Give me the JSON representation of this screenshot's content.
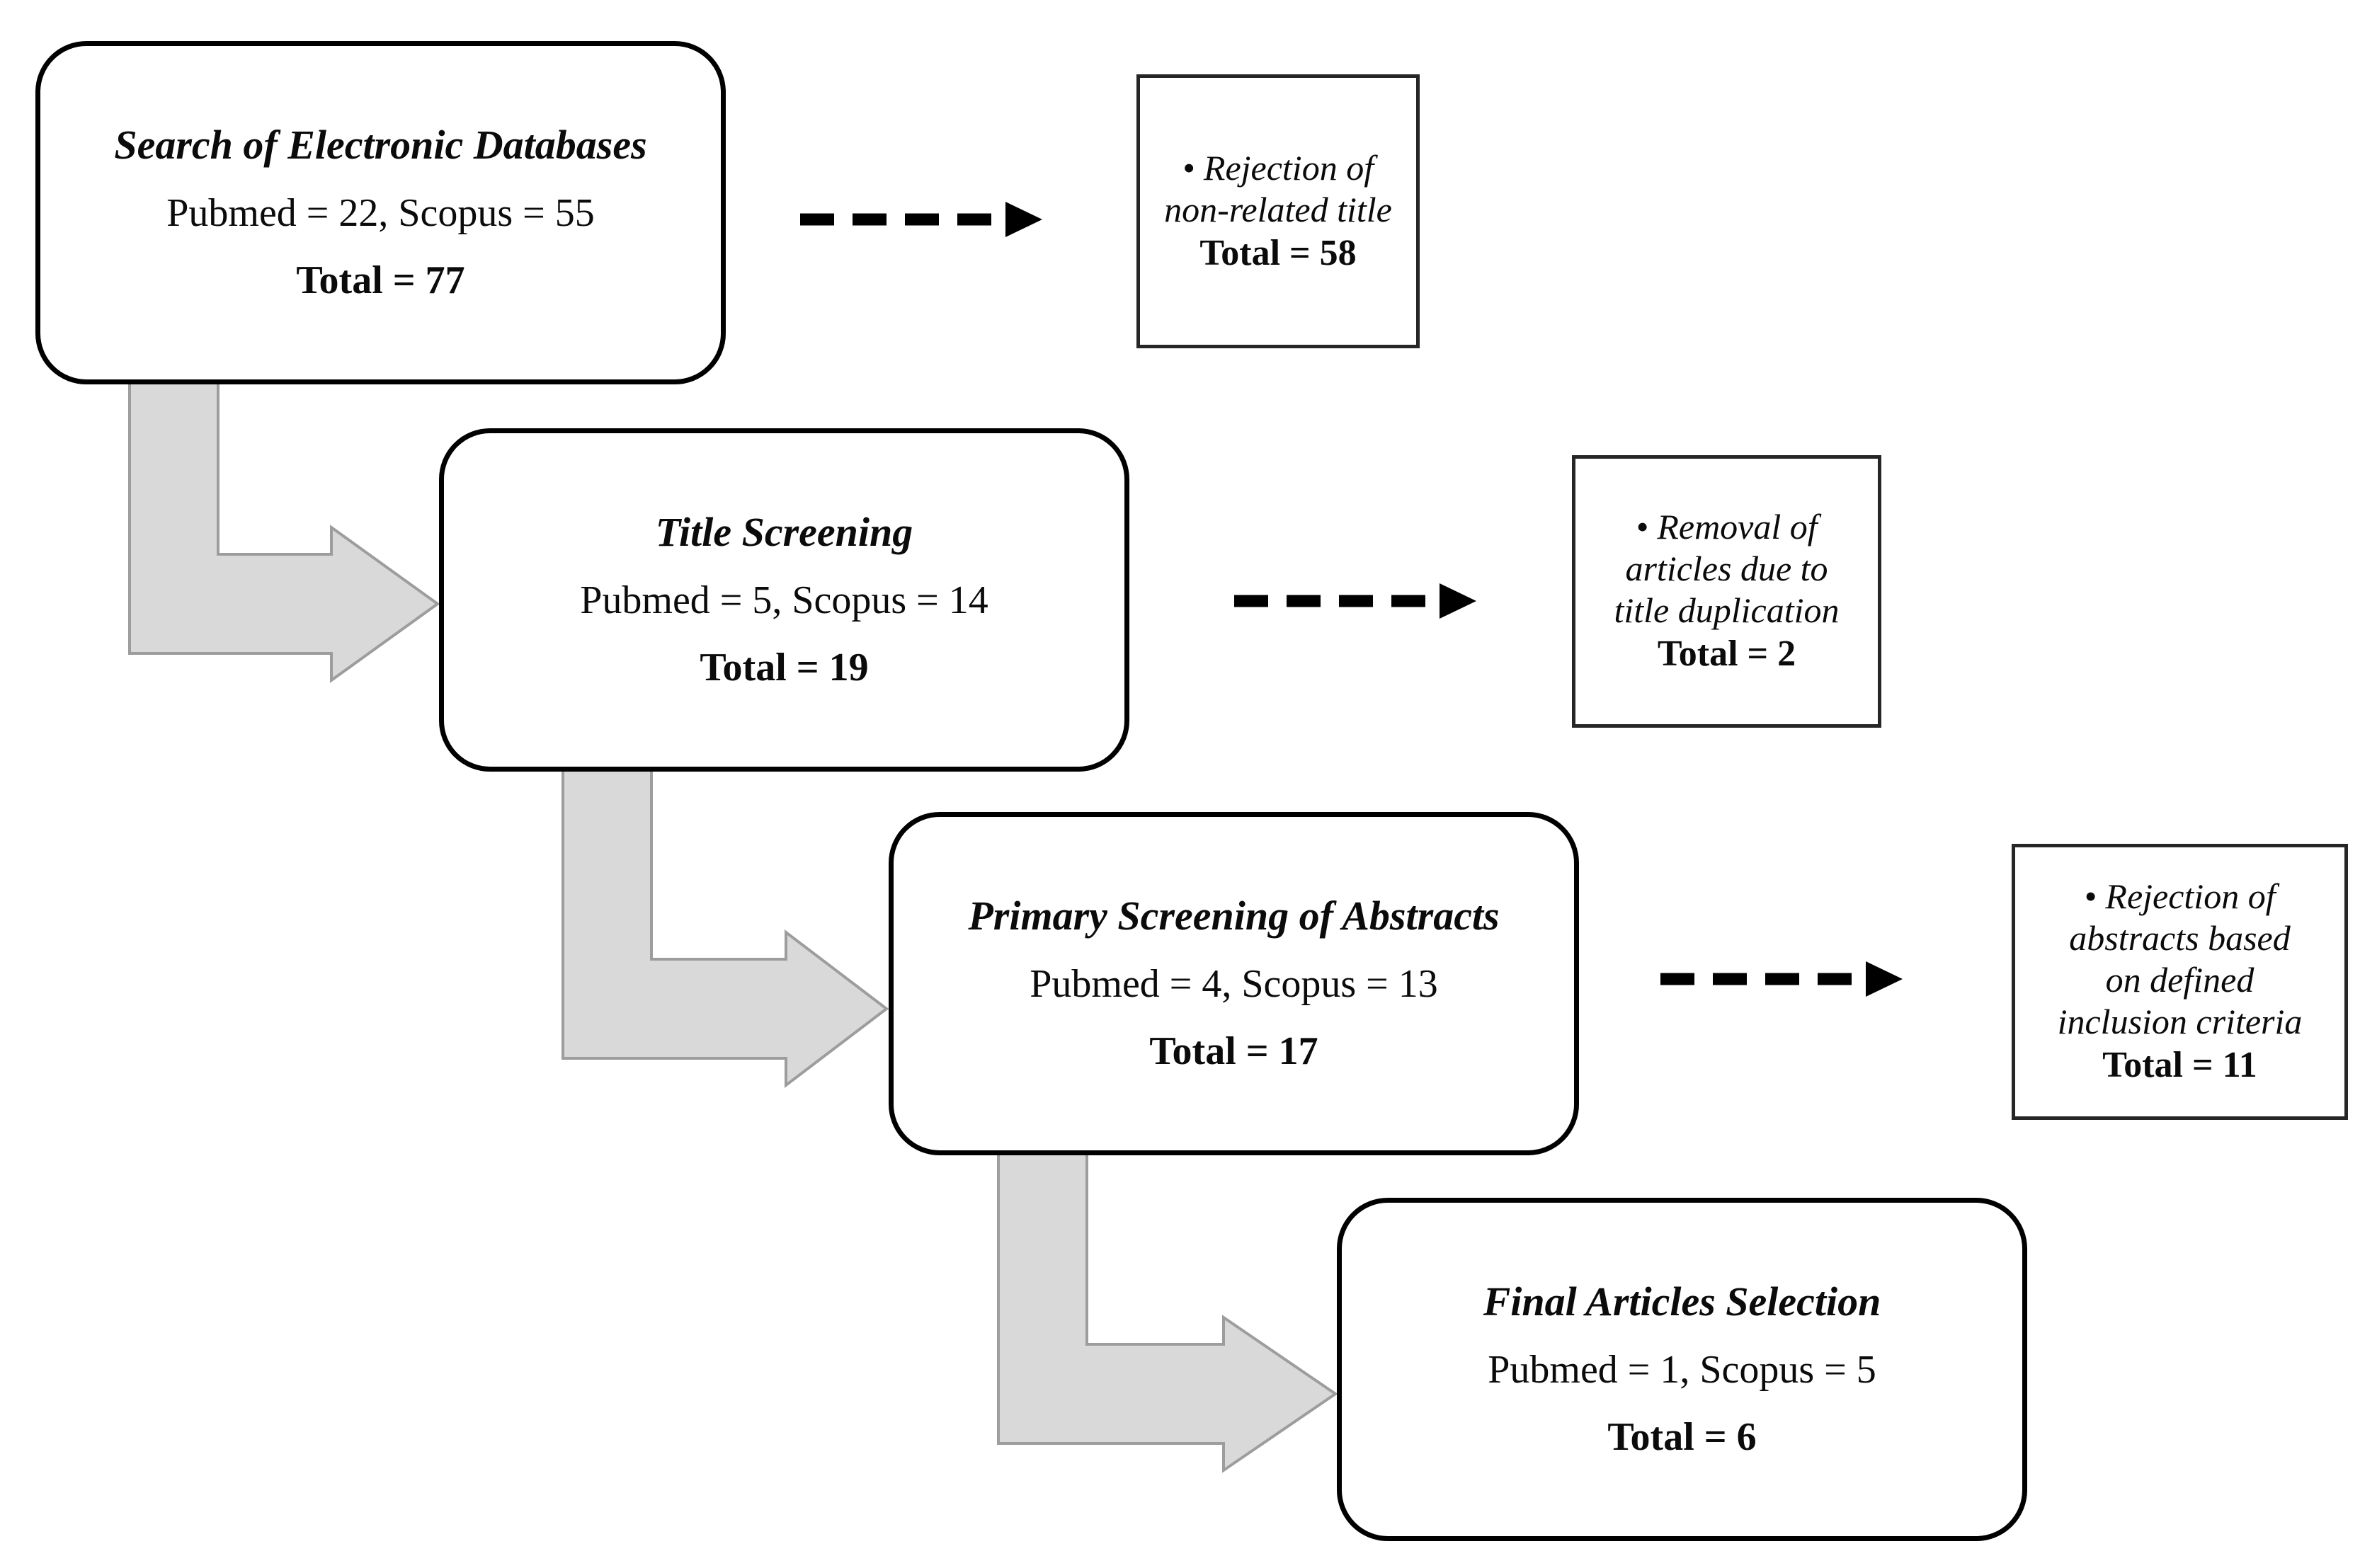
{
  "stages": [
    {
      "title": "Search of Electronic Databases",
      "counts": "Pubmed = 22, Scopus = 55",
      "total": "Total = 77"
    },
    {
      "title": "Title Screening",
      "counts": "Pubmed = 5, Scopus = 14",
      "total": "Total = 19"
    },
    {
      "title": "Primary Screening of Abstracts",
      "counts": "Pubmed = 4, Scopus = 13",
      "total": "Total = 17"
    },
    {
      "title": "Final Articles Selection",
      "counts": "Pubmed = 1, Scopus = 5",
      "total": "Total = 6"
    }
  ],
  "exclusions": [
    {
      "lines": [
        "• Rejection of",
        "non-related title"
      ],
      "total": "Total = 58"
    },
    {
      "lines": [
        "• Removal of",
        "articles due to",
        "title duplication"
      ],
      "total": "Total = 2"
    },
    {
      "lines": [
        "• Rejection of",
        "abstracts based",
        "on defined",
        "inclusion criteria"
      ],
      "total": "Total = 11"
    }
  ],
  "colors": {
    "background": "#ffffff",
    "stage_box_border": "#000000",
    "exclusion_box_border": "#262626",
    "elbow_arrow_fill": "#d9d9d9",
    "elbow_arrow_stroke": "#9d9d9d",
    "dashed_arrow": "#000000",
    "text": "#0b0b0b"
  }
}
